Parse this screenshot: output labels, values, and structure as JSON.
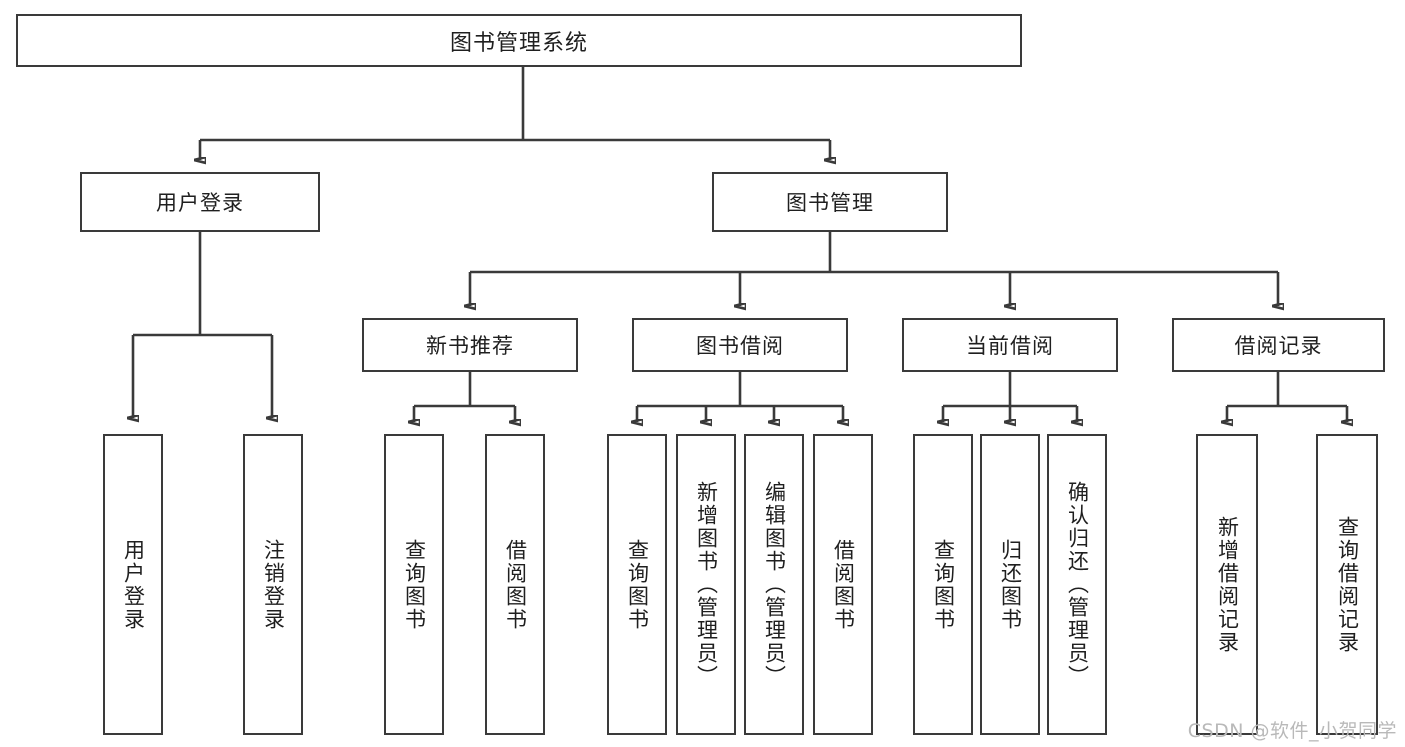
{
  "diagram": {
    "type": "tree-hierarchy",
    "title": "图书管理系统",
    "watermark": "CSDN @软件_小贺同学",
    "levels": 4,
    "root": {
      "id": "root",
      "label": "图书管理系统"
    },
    "level2": [
      {
        "id": "user-login",
        "label": "用户登录"
      },
      {
        "id": "book-management",
        "label": "图书管理"
      }
    ],
    "level3": [
      {
        "id": "new-book-recommend",
        "label": "新书推荐",
        "parent": "book-management"
      },
      {
        "id": "book-borrow",
        "label": "图书借阅",
        "parent": "book-management"
      },
      {
        "id": "current-borrow",
        "label": "当前借阅",
        "parent": "book-management"
      },
      {
        "id": "borrow-record",
        "label": "借阅记录",
        "parent": "book-management"
      }
    ],
    "leaves": {
      "user-login": [
        {
          "id": "leaf-user-login",
          "label": "用户登录"
        },
        {
          "id": "leaf-user-logout",
          "label": "注销登录"
        }
      ],
      "new-book-recommend": [
        {
          "id": "leaf-query-book-1",
          "label": "查询图书"
        },
        {
          "id": "leaf-borrow-book-1",
          "label": "借阅图书"
        }
      ],
      "book-borrow": [
        {
          "id": "leaf-query-book-2",
          "label": "查询图书"
        },
        {
          "id": "leaf-add-book",
          "label": "新增图书（管理员）"
        },
        {
          "id": "leaf-edit-book",
          "label": "编辑图书（管理员）"
        },
        {
          "id": "leaf-borrow-book-2",
          "label": "借阅图书"
        }
      ],
      "current-borrow": [
        {
          "id": "leaf-query-book-3",
          "label": "查询图书"
        },
        {
          "id": "leaf-return-book",
          "label": "归还图书"
        },
        {
          "id": "leaf-confirm-return",
          "label": "确认归还（管理员）"
        }
      ],
      "borrow-record": [
        {
          "id": "leaf-add-record",
          "label": "新增借阅记录"
        },
        {
          "id": "leaf-query-record",
          "label": "查询借阅记录"
        }
      ]
    },
    "colors": {
      "stroke": "#3a3a3a",
      "fill": "#ffffff",
      "text": "#1f1f1f",
      "watermark": "#b9b9b9"
    }
  }
}
